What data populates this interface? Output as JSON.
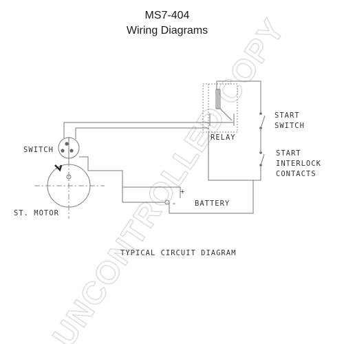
{
  "header": {
    "model": "MS7-404",
    "title": "Wiring Diagrams"
  },
  "diagram": {
    "relay_label": "RELAY",
    "switch_label": "SWITCH",
    "motor_label": "ST. MOTOR",
    "start_switch_label": [
      "START",
      "SWITCH"
    ],
    "interlock_label": [
      "START",
      "INTERLOCK",
      "CONTACTS"
    ],
    "battery_label": "BATTERY",
    "battery_plus": "+",
    "battery_minus": "-",
    "caption": "TYPICAL CIRCUIT DIAGRAM"
  },
  "watermark": {
    "text": "UNCONTROLLED COPY",
    "color": "#d9d9d9"
  }
}
